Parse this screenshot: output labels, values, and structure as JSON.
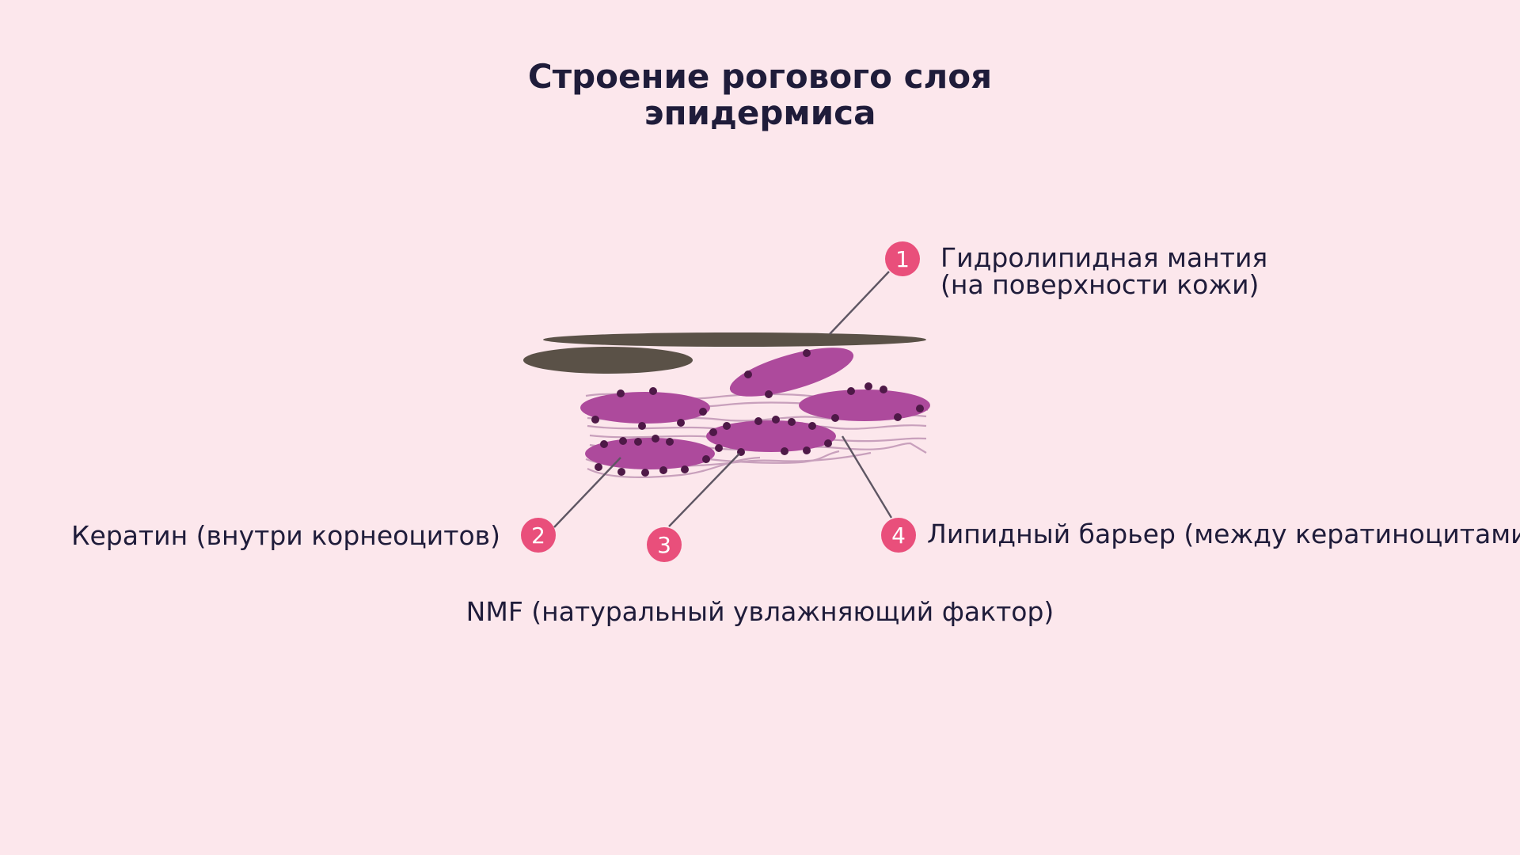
{
  "title": {
    "line1": "Строение рогового слоя",
    "line2": "эпидермиса"
  },
  "colors": {
    "background": "#fce7ec",
    "text": "#1f1c3a",
    "badge": "#e94f7b",
    "mantle": "#5a5147",
    "cell": "#ad4a9c",
    "dot": "#4e1947",
    "lipid_line": "#c8a0bc",
    "leader": "#5e5663"
  },
  "callouts": [
    {
      "number": "1",
      "text_lines": [
        "Гидролипидная мантия",
        "(на поверхности кожи)"
      ]
    },
    {
      "number": "2",
      "text_lines": [
        "Кератин (внутри корнеоцитов)"
      ]
    },
    {
      "number": "3",
      "text_lines": [
        "NMF (натуральный увлажняющий фактор)"
      ]
    },
    {
      "number": "4",
      "text_lines": [
        "Липидный барьер (между кератиноцитами)"
      ]
    }
  ]
}
